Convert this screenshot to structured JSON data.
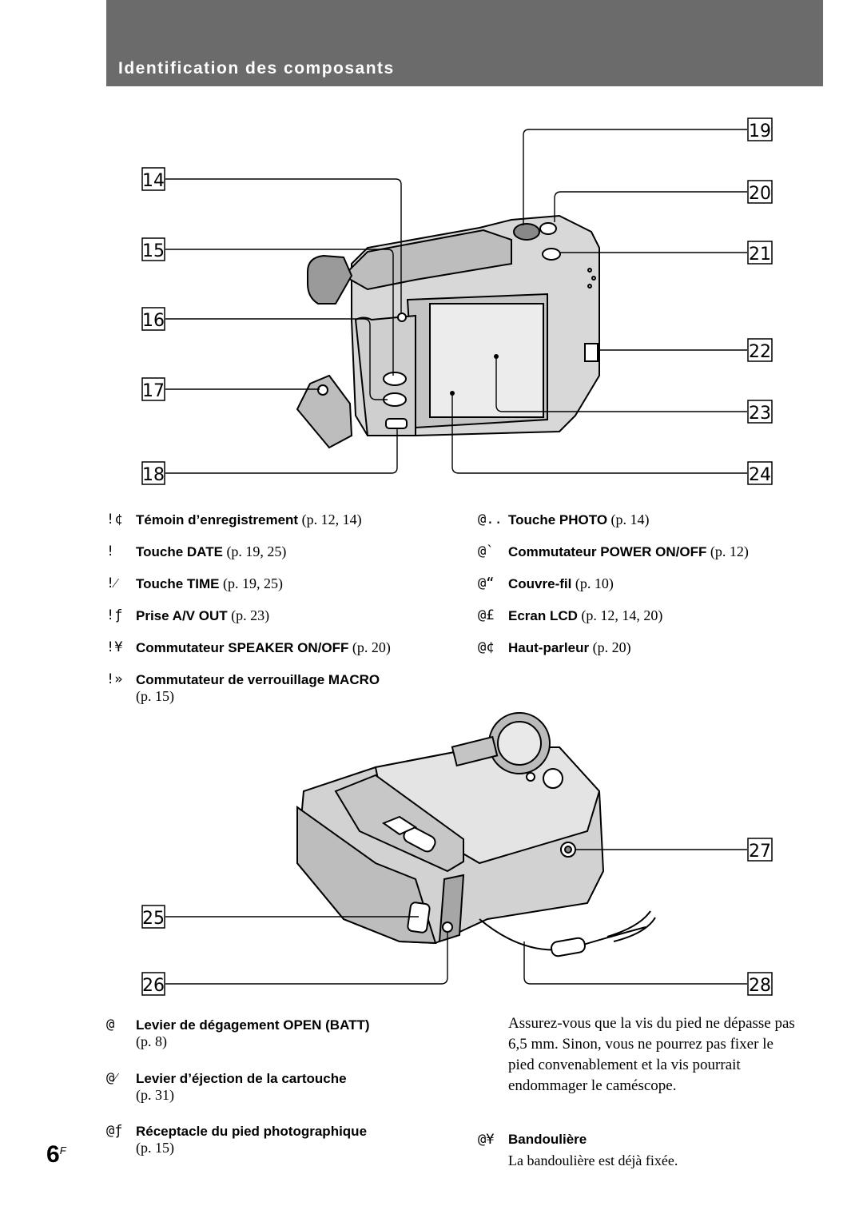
{
  "header": {
    "title": "Identification des composants"
  },
  "callouts_top": [
    "14",
    "15",
    "16",
    "17",
    "18",
    "19",
    "20",
    "21",
    "22",
    "23",
    "24"
  ],
  "callouts_bottom": [
    "25",
    "26",
    "27",
    "28"
  ],
  "list_top_left": [
    {
      "num": "!¢",
      "label": "Témoin d’enregistrement",
      "page": "(p. 12, 14)"
    },
    {
      "num": "!",
      "label": "Touche DATE",
      "page": "(p. 19, 25)"
    },
    {
      "num": "!⁄",
      "label": "Touche TIME",
      "page": "(p. 19, 25)"
    },
    {
      "num": "!ƒ",
      "label": "Prise A/V OUT",
      "page": "(p. 23)"
    },
    {
      "num": "!¥",
      "label": "Commutateur SPEAKER ON/OFF",
      "page": "(p. 20)"
    },
    {
      "num": "!»",
      "label": "Commutateur de verrouillage MACRO",
      "page": "(p. 15)"
    }
  ],
  "list_top_right": [
    {
      "num": "@..",
      "label": "Touche PHOTO",
      "page": "(p. 14)"
    },
    {
      "num": "@`",
      "label": "Commutateur POWER ON/OFF",
      "page": "(p. 12)"
    },
    {
      "num": "@“",
      "label": "Couvre-fil",
      "page": "(p. 10)"
    },
    {
      "num": "@£",
      "label": "Ecran LCD",
      "page": "(p. 12, 14, 20)"
    },
    {
      "num": "@¢",
      "label": "Haut-parleur",
      "page": "(p. 20)"
    }
  ],
  "list_bottom_left": [
    {
      "num": "@",
      "label": "Levier de dégagement OPEN (BATT)",
      "page": "(p. 8)"
    },
    {
      "num": "@⁄",
      "label": "Levier d’éjection de la cartouche",
      "page": "(p. 31)"
    },
    {
      "num": "@ƒ",
      "label": "Réceptacle du pied photographique",
      "page": "(p. 15)"
    }
  ],
  "note": "Assurez-vous que la vis du pied ne dépasse pas 6,5 mm. Sinon, vous ne pourrez pas fixer le pied convenablement et la vis pourrait endommager le caméscope.",
  "strap": {
    "num": "@¥",
    "label": "Bandoulière",
    "text": "La bandoulière est déjà fixée."
  },
  "page_number": "6",
  "page_suffix": "F"
}
